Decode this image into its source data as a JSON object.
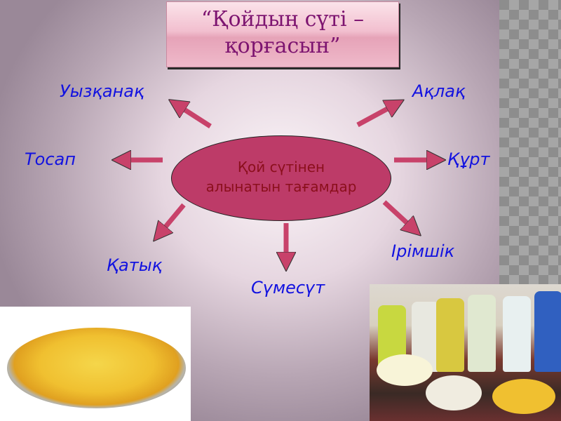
{
  "title": {
    "line1": "“Қойдың сүті –",
    "line2": "қорғасын”"
  },
  "center": {
    "line1": "Қой сүтінен",
    "line2": "алынатын тағамдар"
  },
  "products": {
    "uyzqanaq": "Уызқанақ",
    "aqlaq": "Ақлақ",
    "tosap": "Тосап",
    "qurt": "Құрт",
    "qatyq": "Қатық",
    "irimshik": "Ірімшік",
    "sumesut": "Сүмесүт"
  },
  "colors": {
    "arrow": "#c8426a",
    "label": "#1212e0",
    "title": "#7d1470",
    "ellipse": "#bd3b68"
  }
}
